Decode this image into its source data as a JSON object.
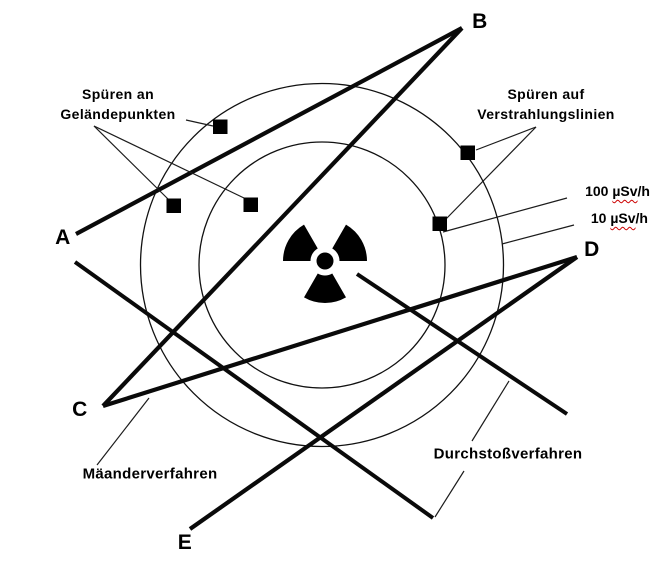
{
  "figure": {
    "background": "#ffffff",
    "points": {
      "a": "A",
      "b": "B",
      "c": "C",
      "d": "D",
      "e": "E"
    },
    "annotations": {
      "terrain_points": {
        "line1": "Spüren an",
        "line2": "Geländepunkten"
      },
      "contamination_lines": {
        "line1": "Spüren auf",
        "line2": "Verstrahlungslinien"
      },
      "dose_100": {
        "prefix": "100 ",
        "unit": "µSv",
        "suffix": "/h"
      },
      "dose_10": {
        "prefix": "10 ",
        "unit": "µSv",
        "suffix": "/h"
      },
      "method_meander": "Mäanderverfahren",
      "method_pierce": "Durchstoßverfahren"
    },
    "icons": {
      "center_symbol": "radiation-trefoil-icon",
      "survey_marker": "black-square-marker"
    },
    "colors": {
      "ink": "#000000",
      "spellcheck_underline": "#cc0000"
    }
  }
}
